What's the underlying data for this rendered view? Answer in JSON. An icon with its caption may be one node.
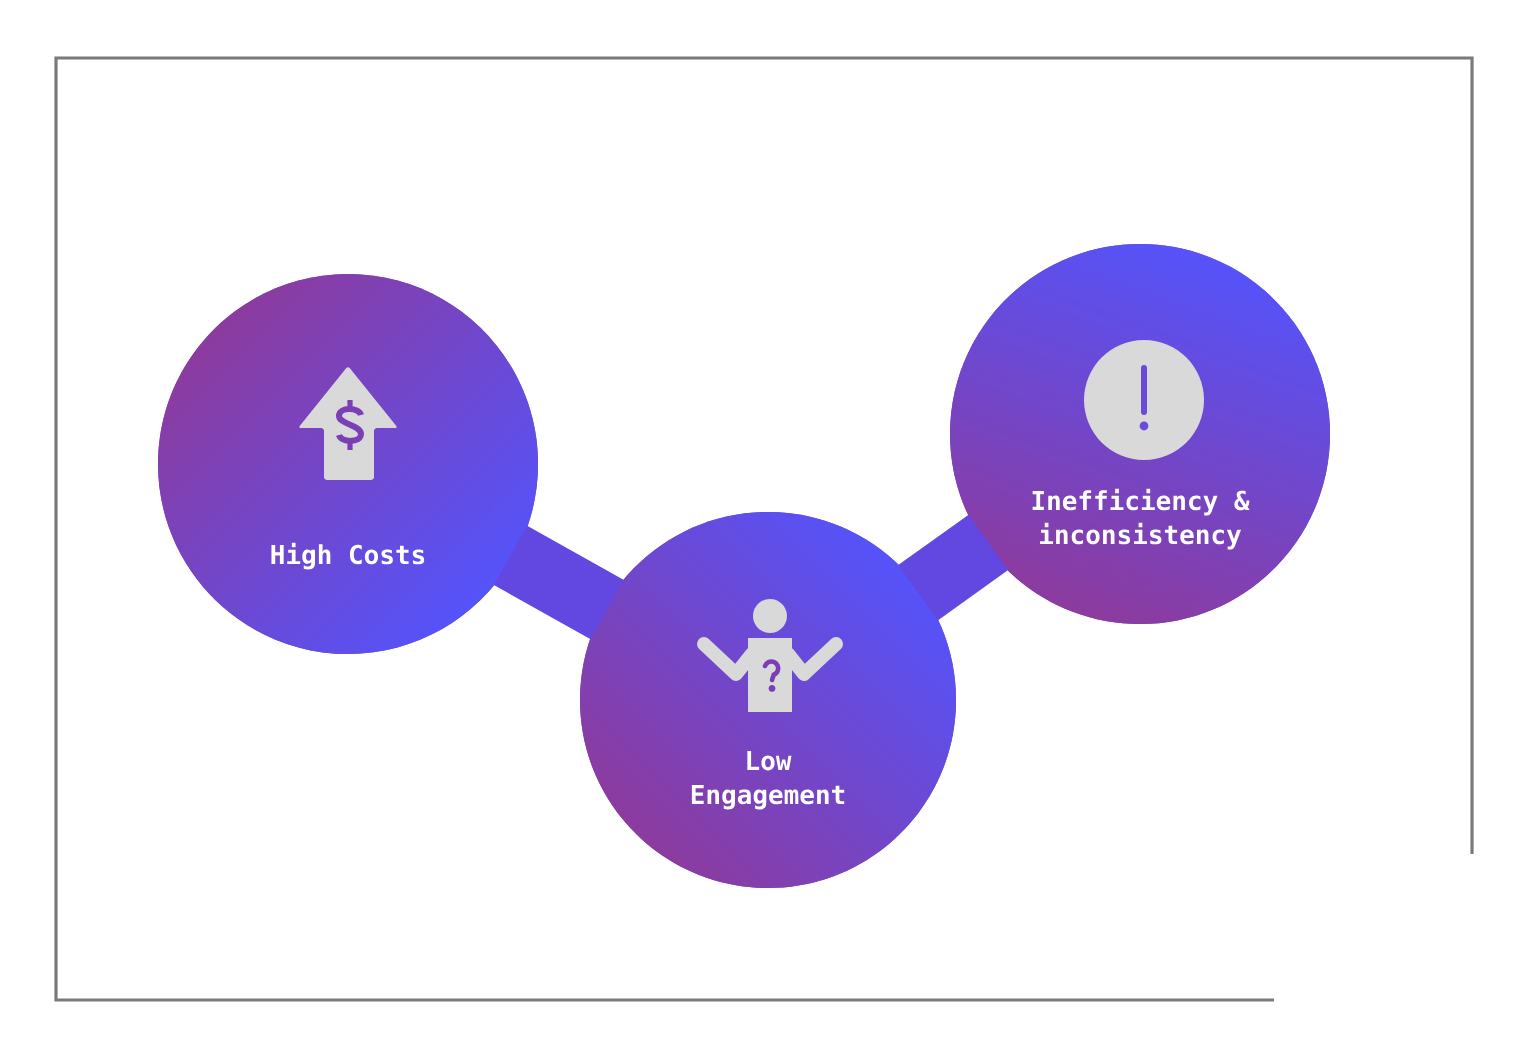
{
  "diagram": {
    "nodes": [
      {
        "text": [
          "High Costs"
        ]
      },
      {
        "text": [
          "Low Engagement"
        ]
      },
      {
        "text": [
          "Inefficiency & inconsistency"
        ]
      }
    ],
    "edges": [
      {
        "from": 0,
        "to": 1,
        "arrow": "none"
      },
      {
        "from": 1,
        "to": 2,
        "arrow": "none"
      }
    ]
  }
}
